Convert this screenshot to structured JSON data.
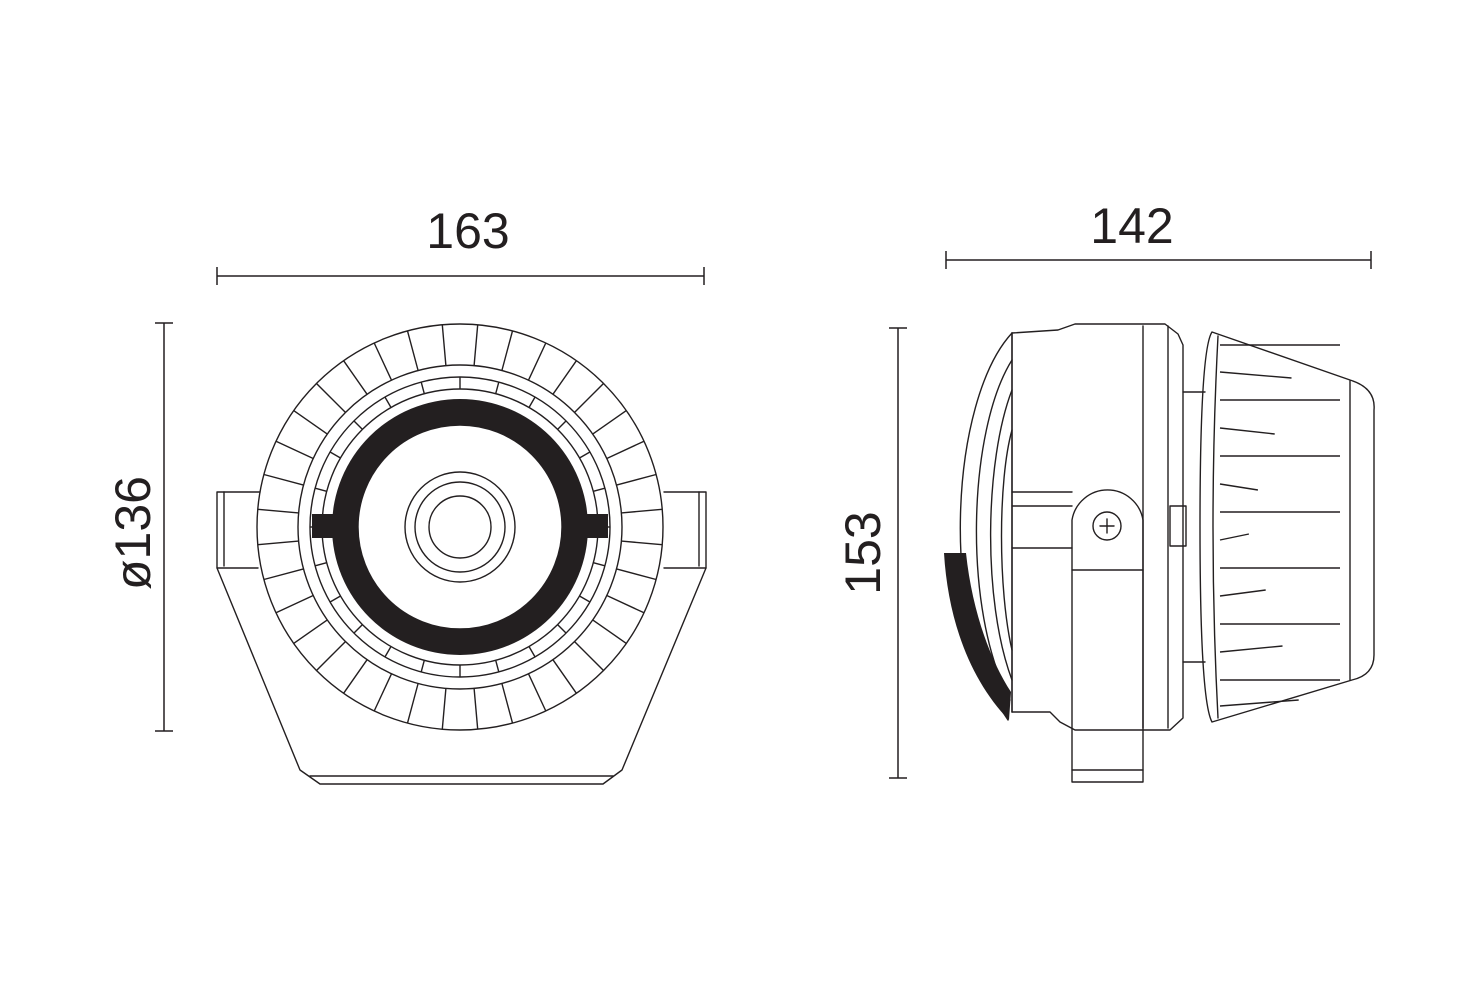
{
  "front_view": {
    "width_label": "163",
    "diameter_label": "ø136"
  },
  "side_view": {
    "depth_label": "142",
    "height_label": "153"
  },
  "colors": {
    "stroke": "#231f20",
    "background": "#ffffff"
  }
}
